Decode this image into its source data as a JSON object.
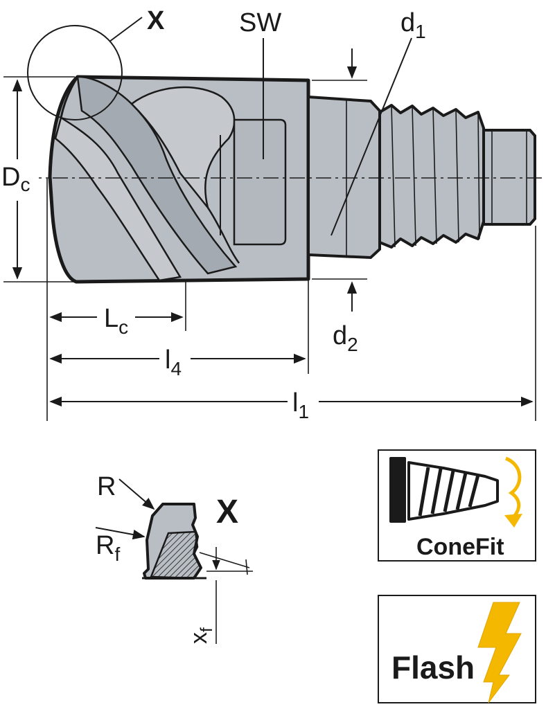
{
  "labels": {
    "detail_marker": "X",
    "sw": "SW",
    "d1_main": "d",
    "d1_sub": "1",
    "dc_main": "D",
    "dc_sub": "c",
    "lc_main": "L",
    "lc_sub": "c",
    "l4_main": "l",
    "l4_sub": "4",
    "l1_main": "l",
    "l1_sub": "1",
    "d2_main": "d",
    "d2_sub": "2",
    "detail_title": "X",
    "r": "R",
    "rf_main": "R",
    "rf_sub": "f",
    "xf_main": "x",
    "xf_sub": "f"
  },
  "badges": {
    "conefit": "ConeFit",
    "flash": "Flash"
  },
  "colors": {
    "tool_fill": "#b9bec4",
    "tool_shade": "#a4aab1",
    "line": "#1a1a1a",
    "accent": "#f5b800"
  }
}
